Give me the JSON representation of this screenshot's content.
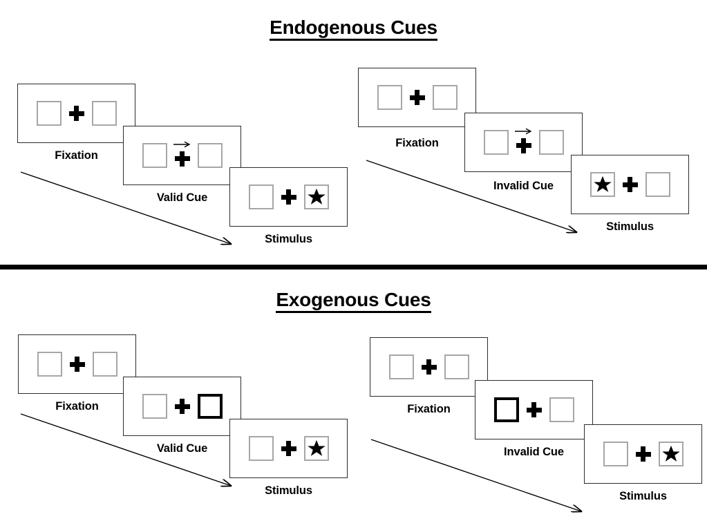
{
  "figure": {
    "title_endogenous": "Endogenous Cues",
    "title_exogenous": "Exogenous Cues"
  },
  "labels": {
    "fixation": "Fixation",
    "valid_cue": "Valid Cue",
    "invalid_cue": "Invalid Cue",
    "stimulus": "Stimulus"
  },
  "colors": {
    "ink": "#000000",
    "panel_border": "#2b2b2b",
    "box_border": "#a6a6a6",
    "cued_box_border": "#000000",
    "background": "#ffffff"
  },
  "icons": {
    "fixation_cross": "plus-icon",
    "cue_arrow": "arrow-right-icon",
    "target": "star-icon",
    "flow": "arrow-diagonal-icon"
  },
  "sequences": [
    {
      "id": "endogenous-valid",
      "section": "Endogenous Cues",
      "cue_type": "endogenous",
      "validity": "valid",
      "cue_direction": "right",
      "target_side": "right",
      "frames": [
        {
          "caption": "Fixation",
          "cue": "none",
          "target_side": "none"
        },
        {
          "caption": "Valid Cue",
          "cue": "arrow-right",
          "target_side": "none"
        },
        {
          "caption": "Stimulus",
          "cue": "none",
          "target_side": "right"
        }
      ]
    },
    {
      "id": "endogenous-invalid",
      "section": "Endogenous Cues",
      "cue_type": "endogenous",
      "validity": "invalid",
      "cue_direction": "right",
      "target_side": "left",
      "frames": [
        {
          "caption": "Fixation",
          "cue": "none",
          "target_side": "none"
        },
        {
          "caption": "Invalid Cue",
          "cue": "arrow-right",
          "target_side": "none"
        },
        {
          "caption": "Stimulus",
          "cue": "none",
          "target_side": "left"
        }
      ]
    },
    {
      "id": "exogenous-valid",
      "section": "Exogenous Cues",
      "cue_type": "exogenous",
      "validity": "valid",
      "cue_side": "right",
      "target_side": "right",
      "frames": [
        {
          "caption": "Fixation",
          "cue": "none",
          "target_side": "none"
        },
        {
          "caption": "Valid Cue",
          "cue": "box-flash-right",
          "target_side": "none"
        },
        {
          "caption": "Stimulus",
          "cue": "none",
          "target_side": "right"
        }
      ]
    },
    {
      "id": "exogenous-invalid",
      "section": "Exogenous Cues",
      "cue_type": "exogenous",
      "validity": "invalid",
      "cue_side": "left",
      "target_side": "right",
      "frames": [
        {
          "caption": "Fixation",
          "cue": "none",
          "target_side": "none"
        },
        {
          "caption": "Invalid Cue",
          "cue": "box-flash-left",
          "target_side": "none"
        },
        {
          "caption": "Stimulus",
          "cue": "none",
          "target_side": "right"
        }
      ]
    }
  ]
}
